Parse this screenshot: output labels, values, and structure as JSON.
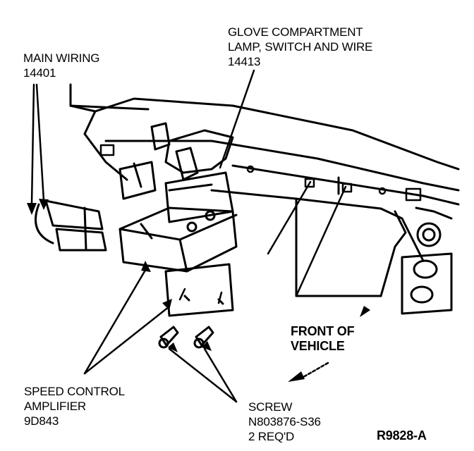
{
  "labels": {
    "main_wiring": {
      "line1": "MAIN WIRING",
      "line2": "14401"
    },
    "glove_compartment": {
      "line1": "GLOVE COMPARTMENT",
      "line2": "LAMP, SWITCH AND WIRE",
      "line3": "14413"
    },
    "front_of_vehicle": {
      "line1": "FRONT OF",
      "line2": "VEHICLE"
    },
    "speed_control": {
      "line1": "SPEED CONTROL",
      "line2": "AMPLIFIER",
      "line3": "9D843"
    },
    "screw": {
      "line1": "SCREW",
      "line2": "N803876-S36",
      "line3": "2 REQ'D"
    },
    "figure_code": "R9828-A"
  },
  "colors": {
    "ink": "#000000",
    "paper": "#ffffff"
  }
}
